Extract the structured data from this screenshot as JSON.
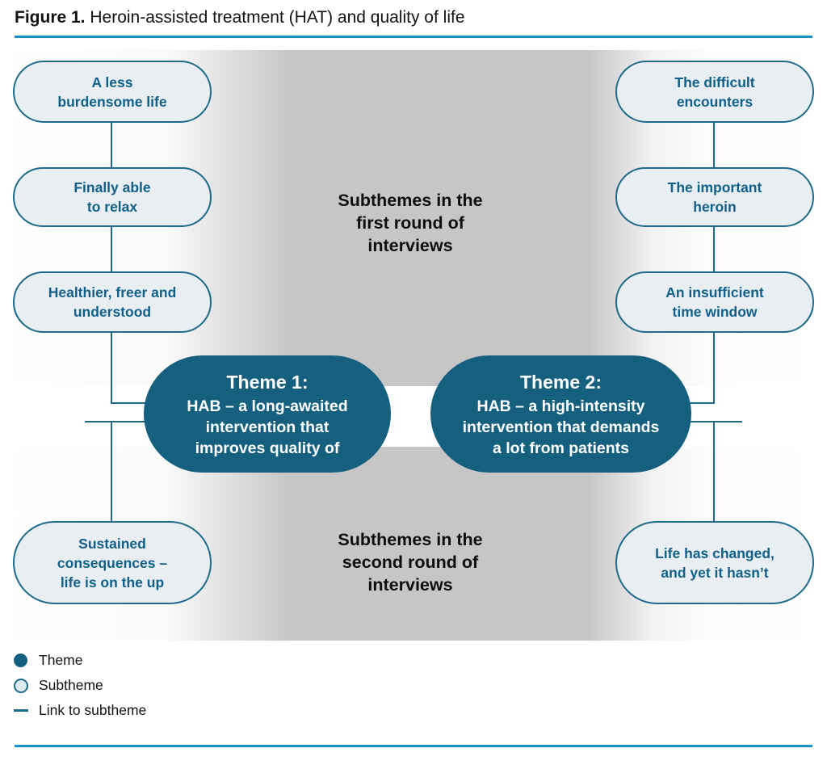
{
  "title": {
    "label": "Figure 1.",
    "text": " Heroin-assisted treatment (HAT) and quality of life"
  },
  "colors": {
    "accent_blue": "#1791c9",
    "theme_fill": "#16607f",
    "theme_text": "#ffffff",
    "subtheme_fill": "#e8eef2",
    "subtheme_border": "#1d6a8a",
    "subtheme_text": "#11608a",
    "link_line": "#1d6a8a",
    "background_gray": "#c6c6c6"
  },
  "subthemes": {
    "left": [
      {
        "text": "A less\nburdensome life"
      },
      {
        "text": "Finally able\nto relax"
      },
      {
        "text": "Healthier, freer and\nunderstood"
      },
      {
        "text": "Sustained\nconsequences –\nlife is on the up"
      }
    ],
    "right": [
      {
        "text": "The difficult\nencounters"
      },
      {
        "text": "The important\nheroin"
      },
      {
        "text": "An insufficient\ntime window"
      },
      {
        "text": "Life has changed,\nand yet it hasn’t"
      }
    ]
  },
  "themes": [
    {
      "heading": "Theme 1:",
      "body": "HAB – a long-awaited\nintervention that\nimproves quality of"
    },
    {
      "heading": "Theme 2:",
      "body": "HAB – a high-intensity\nintervention that demands\na lot from patients"
    }
  ],
  "section_labels": {
    "first_round": "Subthemes in the\nfirst round of\ninterviews",
    "second_round": "Subthemes in the\nsecond round of\ninterviews"
  },
  "legend": {
    "items": [
      {
        "icon": "theme-dot",
        "label": "Theme"
      },
      {
        "icon": "subtheme-dot",
        "label": "Subtheme"
      },
      {
        "icon": "link-dash",
        "label": "Link to subtheme"
      }
    ]
  }
}
